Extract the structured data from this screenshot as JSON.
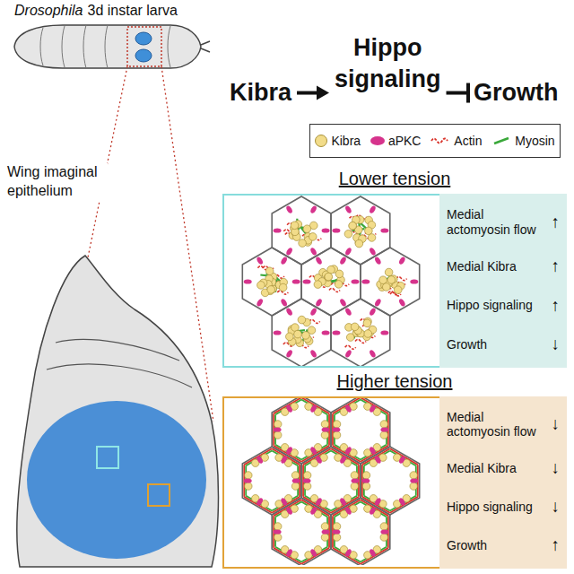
{
  "diagram": {
    "nodes": [
      {
        "text": [
          "Kibra"
        ]
      },
      {
        "text": [
          "Hippo signaling"
        ]
      },
      {
        "text": [
          "Growth"
        ]
      },
      {
        "text": [
          "Lower tension"
        ]
      },
      {
        "text": [
          "Medial actomyosin flow",
          "↑",
          "Medial Kibra",
          "↑",
          "Hippo signaling",
          "↑",
          "Growth",
          "↓"
        ],
        "in": 3
      },
      {
        "text": [
          "Higher tension"
        ]
      },
      {
        "text": [
          "Medial actomyosin flow",
          "↓",
          "Medial Kibra",
          "↓",
          "Hippo signaling",
          "↓",
          "Growth",
          "↑"
        ],
        "in": 5
      }
    ],
    "edges": [
      {
        "from": 0,
        "to": 1,
        "arrow": "to"
      },
      {
        "from": 1,
        "to": 2,
        "arrow": "to"
      }
    ],
    "labels": [
      "Drosophila",
      "3d instar larva",
      "Wing imaginal epithelium"
    ],
    "legend": [
      {
        "text": "Kibra",
        "color": "#f2dc8a"
      },
      {
        "text": "aPKC",
        "color": "#d6338c"
      },
      {
        "text": "Actin"
      },
      {
        "text": "Myosin"
      }
    ]
  }
}
